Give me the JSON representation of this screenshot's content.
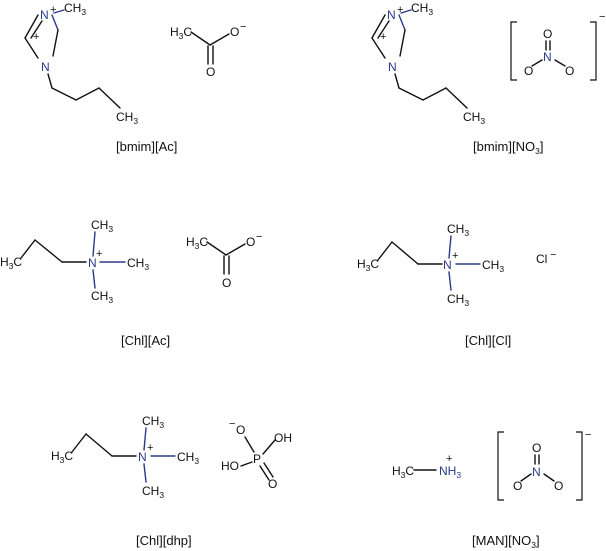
{
  "compounds": [
    {
      "id": "bmim-ac",
      "name": "[bmim][Ac]"
    },
    {
      "id": "bmim-no3",
      "name": "[bmim][NO3]"
    },
    {
      "id": "chl-ac",
      "name": "[Chl][Ac]"
    },
    {
      "id": "chl-cl",
      "name": "[Chl][Cl]"
    },
    {
      "id": "chl-dhp",
      "name": "[Chl][dhp]"
    },
    {
      "id": "man-no3",
      "name": "[MAN][NO3]"
    }
  ],
  "atoms": {
    "N": "N",
    "O": "O",
    "P": "P",
    "H": "H",
    "C": "C",
    "CH": "CH",
    "HO": "HO",
    "OH": "OH",
    "NH": "NH",
    "Cl": "Cl",
    "three": "3"
  },
  "charges": {
    "plus": "+",
    "minus": "−"
  },
  "label_parts": {
    "bmim_ac": "[bmim][Ac]",
    "bmim_no": "[bmim][NO",
    "chl_ac": "[Chl][Ac]",
    "chl_cl": "[Chl][Cl]",
    "chl_dhp": "[Chl][dhp]",
    "man_no": "[MAN][NO",
    "close": "]",
    "three": "3"
  },
  "colors": {
    "bond": "#111111",
    "nitrogen": "#2b3a8c"
  }
}
